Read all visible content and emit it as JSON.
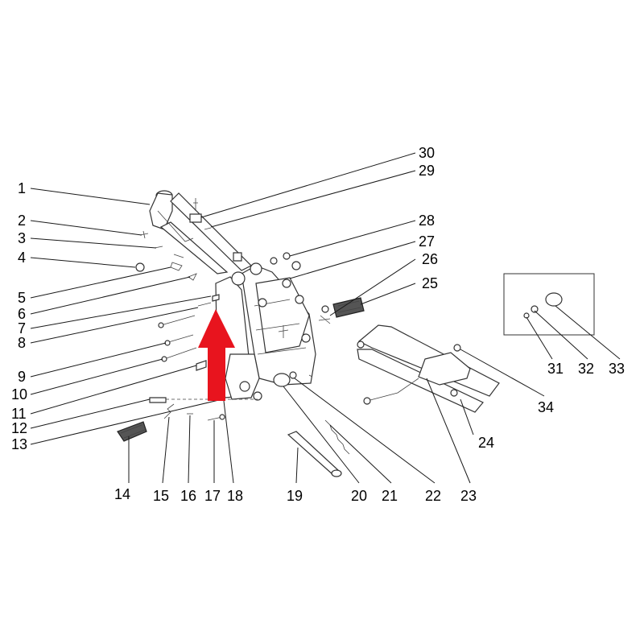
{
  "diagram": {
    "arrow_color": "#e8141e",
    "callouts": [
      {
        "id": "1",
        "label": "1"
      },
      {
        "id": "2",
        "label": "2"
      },
      {
        "id": "3",
        "label": "3"
      },
      {
        "id": "4",
        "label": "4"
      },
      {
        "id": "5",
        "label": "5"
      },
      {
        "id": "6",
        "label": "6"
      },
      {
        "id": "7",
        "label": "7"
      },
      {
        "id": "8",
        "label": "8"
      },
      {
        "id": "9",
        "label": "9"
      },
      {
        "id": "10",
        "label": "10"
      },
      {
        "id": "11",
        "label": "11"
      },
      {
        "id": "12",
        "label": "12"
      },
      {
        "id": "13",
        "label": "13"
      },
      {
        "id": "14",
        "label": "14"
      },
      {
        "id": "15",
        "label": "15"
      },
      {
        "id": "16",
        "label": "16"
      },
      {
        "id": "17",
        "label": "17"
      },
      {
        "id": "18",
        "label": "18"
      },
      {
        "id": "19",
        "label": "19"
      },
      {
        "id": "20",
        "label": "20"
      },
      {
        "id": "21",
        "label": "21"
      },
      {
        "id": "22",
        "label": "22"
      },
      {
        "id": "23",
        "label": "23"
      },
      {
        "id": "24",
        "label": "24"
      },
      {
        "id": "25",
        "label": "25"
      },
      {
        "id": "26",
        "label": "26"
      },
      {
        "id": "27",
        "label": "27"
      },
      {
        "id": "28",
        "label": "28"
      },
      {
        "id": "29",
        "label": "29"
      },
      {
        "id": "30",
        "label": "30"
      },
      {
        "id": "31",
        "label": "31"
      },
      {
        "id": "32",
        "label": "32"
      },
      {
        "id": "33",
        "label": "33"
      },
      {
        "id": "34",
        "label": "34"
      }
    ]
  }
}
